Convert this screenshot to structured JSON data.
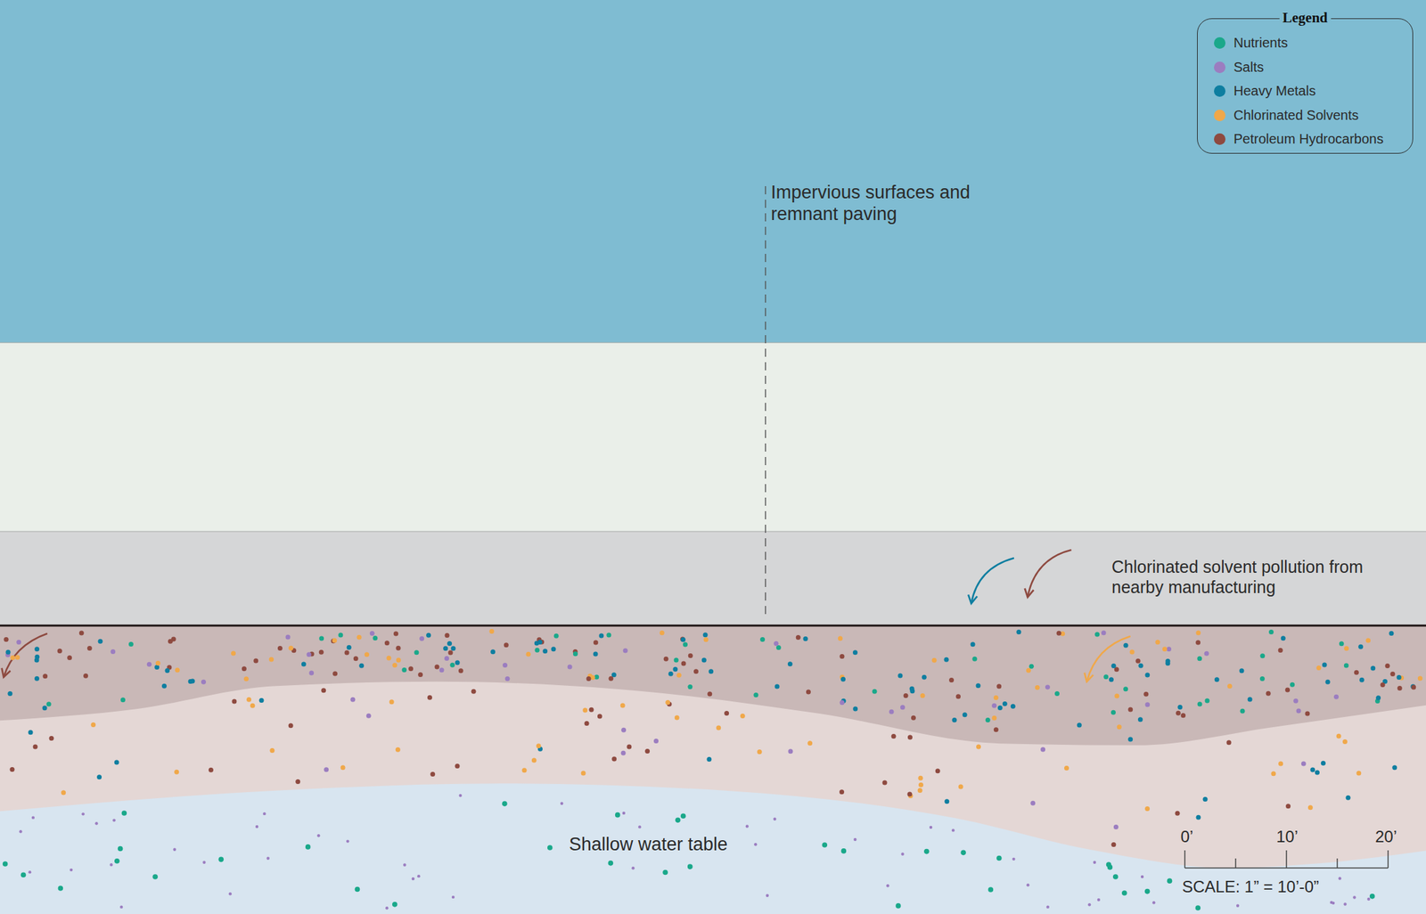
{
  "diagram": {
    "labels": [
      "Impervious surfaces and remnant paving",
      "Chlorinated solvent pollution from nearby manufacturing",
      "Shallow water table",
      "Legend",
      "0’",
      "10’",
      "20’",
      "SCALE: 1” = 10’-0”"
    ],
    "legend": [
      {
        "text": "Nutrients",
        "color": "#1aa88a"
      },
      {
        "text": "Salts",
        "color": "#9b7dc0"
      },
      {
        "text": "Heavy Metals",
        "color": "#0e7ea0"
      },
      {
        "text": "Chlorinated Solvents",
        "color": "#f0a84a"
      },
      {
        "text": "Petroleum Hydrocarbons",
        "color": "#8e4a40"
      }
    ]
  }
}
